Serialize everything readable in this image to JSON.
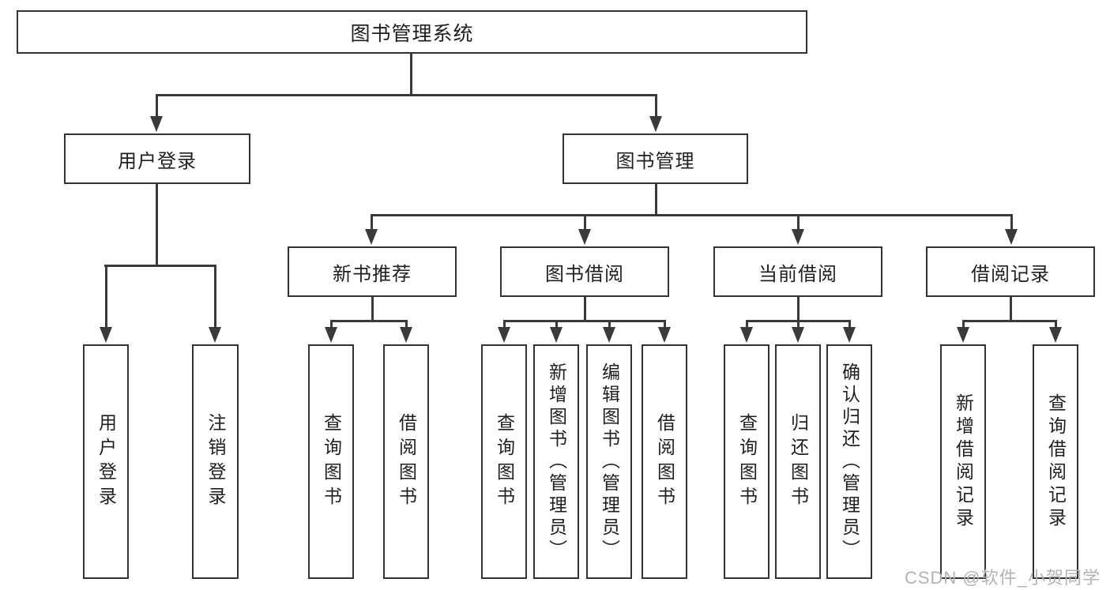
{
  "tree": {
    "root": {
      "label": "图书管理系统"
    },
    "branches": [
      {
        "label": "用户登录",
        "children": [
          {
            "label": "用户登录"
          },
          {
            "label": "注销登录"
          }
        ]
      },
      {
        "label": "图书管理",
        "children": [
          {
            "label": "新书推荐",
            "children": [
              {
                "label": "查询图书"
              },
              {
                "label": "借阅图书"
              }
            ]
          },
          {
            "label": "图书借阅",
            "children": [
              {
                "label": "查询图书"
              },
              {
                "label": "新增图书（管理员）"
              },
              {
                "label": "编辑图书（管理员）"
              },
              {
                "label": "借阅图书"
              }
            ]
          },
          {
            "label": "当前借阅",
            "children": [
              {
                "label": "查询图书"
              },
              {
                "label": "归还图书"
              },
              {
                "label": "确认归还（管理员）"
              }
            ]
          },
          {
            "label": "借阅记录",
            "children": [
              {
                "label": "新增借阅记录"
              },
              {
                "label": "查询借阅记录"
              }
            ]
          }
        ]
      }
    ]
  },
  "watermark": {
    "text": "CSDN @软件_小贺同学"
  },
  "colors": {
    "line": "#3a3a3a",
    "box_border": "#333333",
    "text": "#1f1f1f",
    "watermark": "#b3b3b3",
    "background": "#ffffff"
  }
}
